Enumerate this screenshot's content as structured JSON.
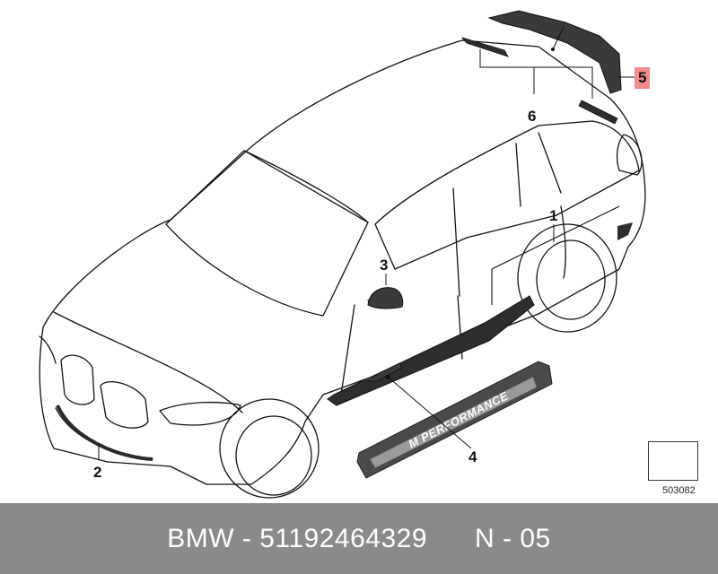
{
  "parts": [
    {
      "number": "1"
    },
    {
      "number": "2"
    },
    {
      "number": "3"
    },
    {
      "number": "4"
    },
    {
      "number": "5",
      "highlighted": true
    },
    {
      "number": "6"
    }
  ],
  "sill_plate_lettering": "M PERFORMANCE",
  "reference_number": "503082",
  "caption": "BMW - 51192464329      N - 05",
  "colors": {
    "line": "#111111",
    "part_dark": "#3a3a3a",
    "highlight": "#f28b8b",
    "caption_bar": "#8a8a8a"
  }
}
